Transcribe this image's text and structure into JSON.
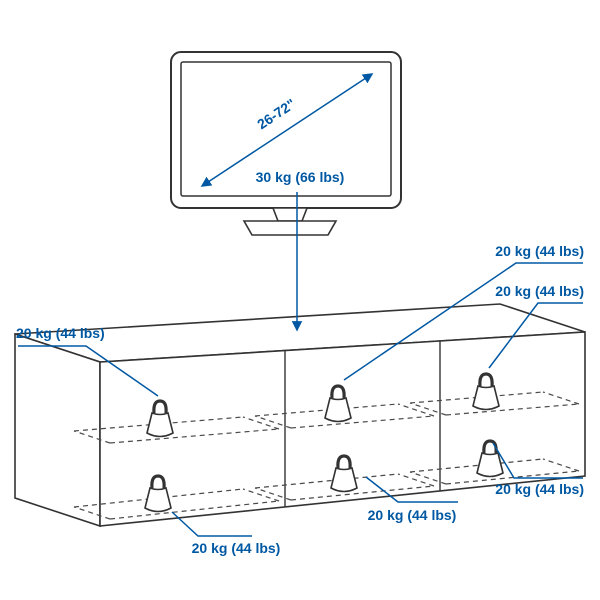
{
  "colors": {
    "accent": "#0058a3",
    "line": "#333333",
    "background": "#ffffff"
  },
  "tv": {
    "size_range": "26-72\""
  },
  "bench": {
    "top_capacity_label": "30 kg (66 lbs)",
    "shelf_capacity_labels": [
      {
        "position": "left-compartment-upper-shelf",
        "label": "20 kg (44 lbs)"
      },
      {
        "position": "left-compartment-bottom",
        "label": "20 kg (44 lbs)"
      },
      {
        "position": "middle-compartment-upper-shelf",
        "label": "20 kg (44 lbs)"
      },
      {
        "position": "middle-compartment-bottom",
        "label": "20 kg (44 lbs)"
      },
      {
        "position": "right-compartment-upper-shelf",
        "label": "20 kg (44 lbs)"
      },
      {
        "position": "right-compartment-bottom",
        "label": "20 kg (44 lbs)"
      }
    ]
  }
}
